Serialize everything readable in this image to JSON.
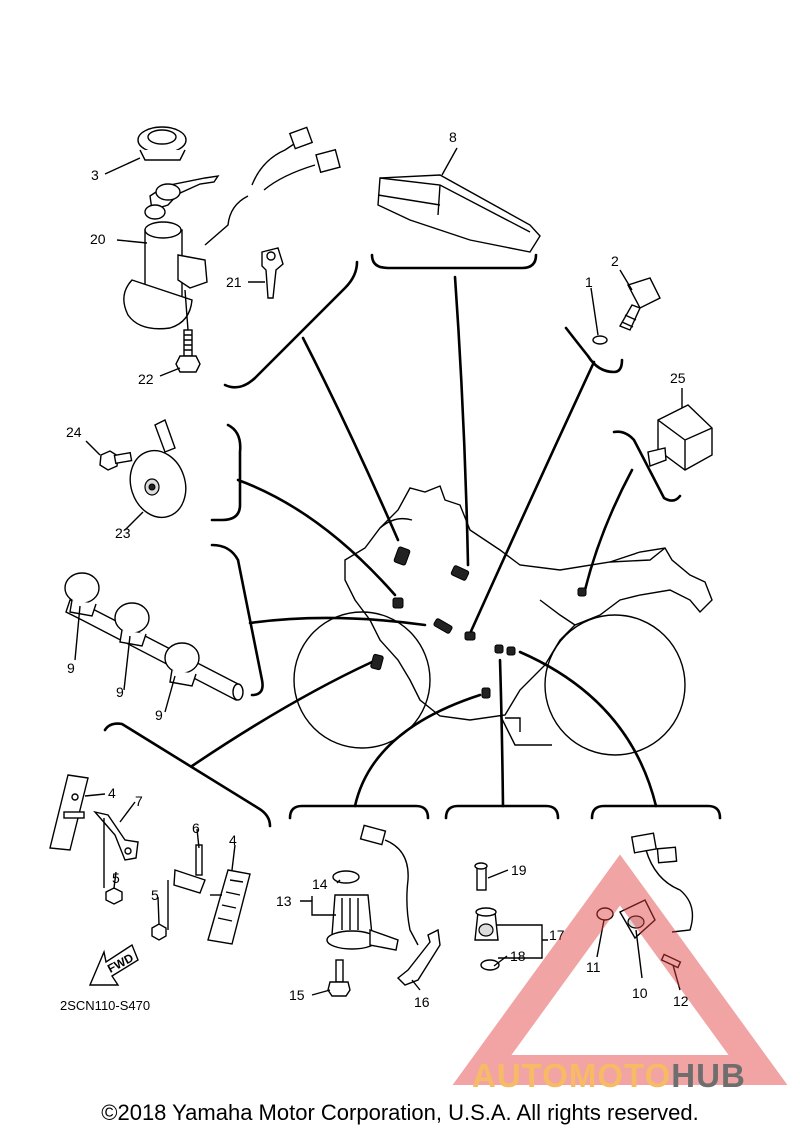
{
  "diagram": {
    "callouts": {
      "c1": "1",
      "c2": "2",
      "c3": "3",
      "c4a": "4",
      "c4b": "4",
      "c5a": "5",
      "c5b": "5",
      "c6": "6",
      "c7": "7",
      "c8": "8",
      "c9a": "9",
      "c9b": "9",
      "c9c": "9",
      "c10": "10",
      "c11": "11",
      "c12": "12",
      "c13": "13",
      "c14": "14",
      "c15": "15",
      "c16": "16",
      "c17": "17",
      "c18": "18",
      "c19": "19",
      "c20": "20",
      "c21": "21",
      "c22": "22",
      "c23": "23",
      "c24": "24",
      "c25": "25"
    },
    "fwd_label": "FWD",
    "part_code": "2SCN110-S470",
    "watermark": {
      "part1": "AUTOMOTO",
      "part2": "HUB",
      "color1": "#f5b04a",
      "color2": "#555555",
      "triangle_color": "#e23b3b"
    },
    "copyright": "©2018 Yamaha Motor Corporation, U.S.A. All rights reserved."
  }
}
